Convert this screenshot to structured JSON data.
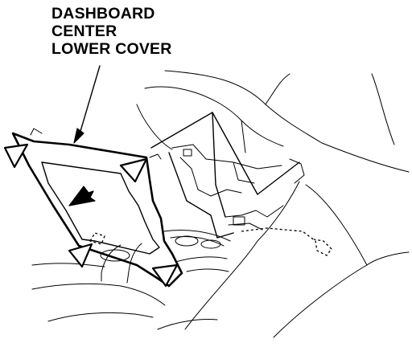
{
  "callout": {
    "line1": "DASHBOARD",
    "line2": "CENTER",
    "line3": "LOWER COVER"
  }
}
